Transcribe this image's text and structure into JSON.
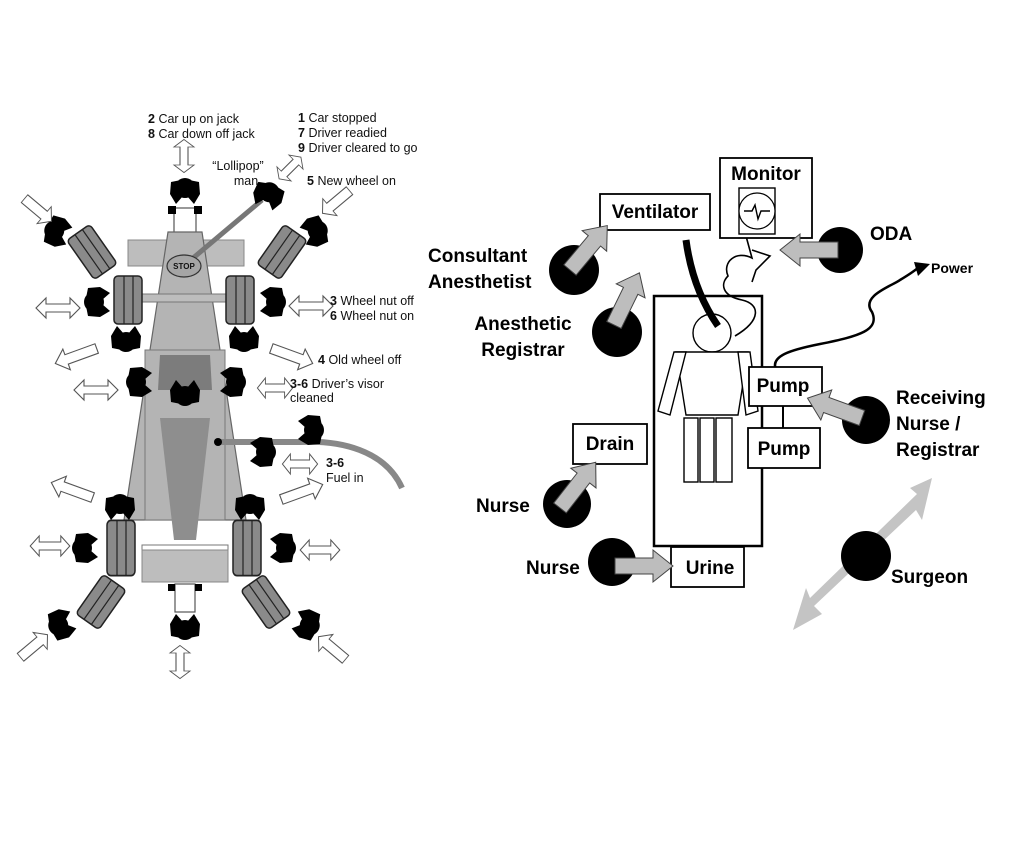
{
  "figure": {
    "left_panel": {
      "title": "Pit stop crew diagram",
      "stop_sign_label": "STOP",
      "lollipop_label": [
        "“Lollipop”",
        "man"
      ],
      "annotations": [
        {
          "step": "2",
          "text": "Car up on jack"
        },
        {
          "step": "8",
          "text": "Car down off jack"
        },
        {
          "step": "1",
          "text": "Car stopped"
        },
        {
          "step": "7",
          "text": "Driver readied"
        },
        {
          "step": "9",
          "text": "Driver cleared to go"
        },
        {
          "step": "5",
          "text": "New wheel on"
        },
        {
          "step": "3",
          "text": "Wheel nut off"
        },
        {
          "step": "6",
          "text": "Wheel nut on"
        },
        {
          "step": "4",
          "text": "Old wheel off"
        },
        {
          "step": "3-6",
          "text": "Driver’s visor",
          "text2": "cleaned"
        },
        {
          "step": "3-6",
          "text": "",
          "text2": "Fuel in"
        }
      ]
    },
    "right_panel": {
      "title": "Operating theatre handover diagram",
      "equipment": {
        "ventilator": "Ventilator",
        "monitor": "Monitor",
        "pump_1": "Pump",
        "pump_2": "Pump",
        "drain": "Drain",
        "urine": "Urine",
        "power": "Power"
      },
      "roles": {
        "oda": "ODA",
        "consultant": [
          "Consultant",
          "Anesthetist"
        ],
        "registrar": [
          "Anesthetic",
          "Registrar"
        ],
        "receiving": [
          "Receiving",
          "Nurse /",
          "Registrar"
        ],
        "nurse_drain": "Nurse",
        "nurse_urine": "Nurse",
        "surgeon": "Surgeon"
      }
    },
    "colors": {
      "car_body": "#b4b4b4",
      "car_dark": "#8c8c8c",
      "tyre": "#7a7a7a",
      "crew": "#000000",
      "action_arrow": "#b9b9b9",
      "outline": "#000000"
    }
  }
}
